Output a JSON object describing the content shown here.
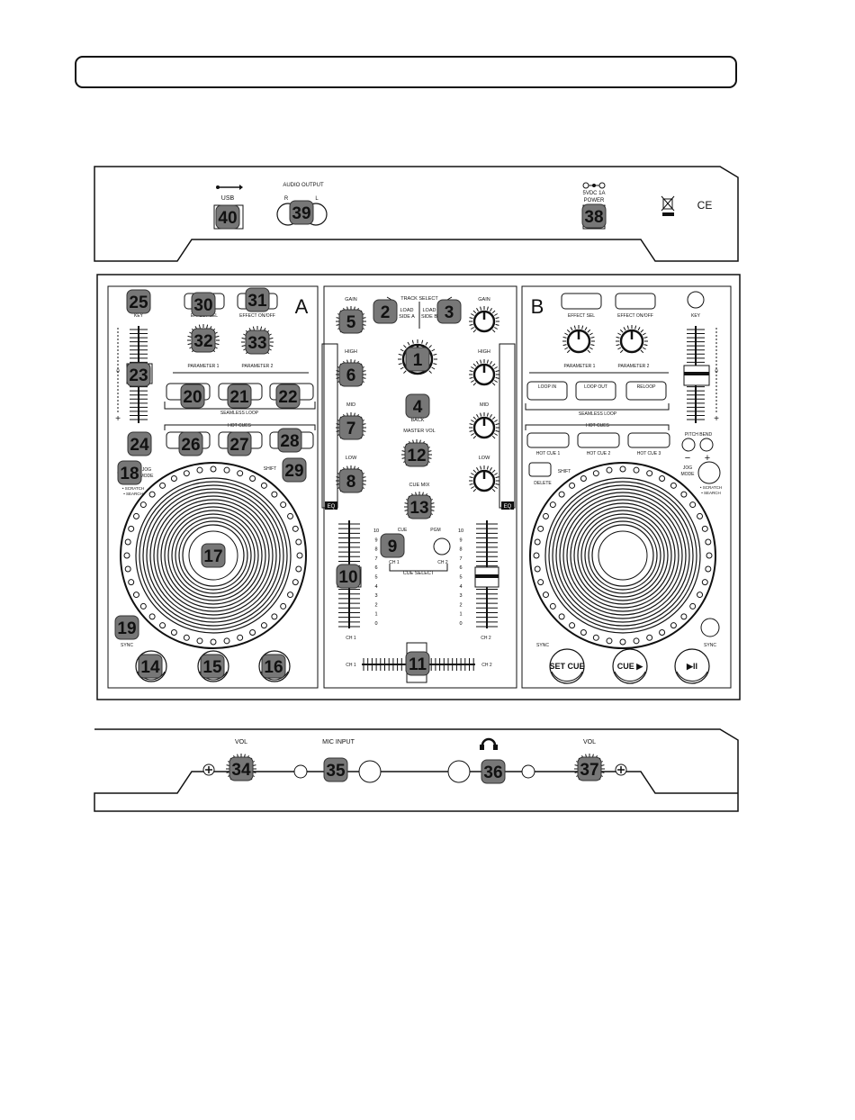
{
  "rear_panel": {
    "usb_label": "USB",
    "audio_output_label": "AUDIO OUTPUT",
    "r_label": "R",
    "l_label": "L",
    "power_rating": "5VDC 1A",
    "power_label": "POWER",
    "ce_mark": "CE"
  },
  "top_panel": {
    "deck_a": "A",
    "deck_b": "B",
    "track_select": "TRACK SELECT",
    "gain": "GAIN",
    "load_side_a": [
      "LOAD",
      "SIDE A"
    ],
    "load_side_b": [
      "LOAD",
      "SIDE B"
    ],
    "high": "HIGH",
    "mid": "MID",
    "low": "LOW",
    "back": "BACK",
    "master_vol": "MASTER VOL",
    "cue_mix": "CUE MIX",
    "cue": "CUE",
    "pgm": "PGM",
    "eq": "EQ",
    "ch1": "CH 1",
    "ch2": "CH 2",
    "cue_select": "CUE SELECT",
    "effect_sel": "EFFECT SEL",
    "effect_onoff": "EFFECT ON/OFF",
    "parameter_1": "PARAMETER 1",
    "parameter_2": "PARAMETER 2",
    "key": "KEY",
    "seamless_loop": "SEAMLESS LOOP",
    "loop_in": "LOOP IN",
    "loop_out": "LOOP OUT",
    "reloop": "RELOOP",
    "hot_cues": "HOT CUES",
    "hot_cue_1": "HOT CUE 1",
    "hot_cue_2": "HOT CUE 2",
    "hot_cue_3": "HOT CUE 3",
    "pitch_bend": "PITCH BEND",
    "minus": "−",
    "plus": "+",
    "shift": "SHIFT",
    "delete": "DELETE",
    "jog_mode": [
      "JOG",
      "MODE"
    ],
    "scratch_search": [
      "• SCRATCH",
      "• SEARCH"
    ],
    "sync": "SYNC",
    "set_cue": "SET CUE",
    "cue_play": "CUE ▶",
    "play_pause": "▶II",
    "fader_scale": [
      "10",
      "9",
      "8",
      "7",
      "6",
      "5",
      "4",
      "3",
      "2",
      "1",
      "0"
    ]
  },
  "front_panel": {
    "vol": "VOL",
    "mic_input": "MIC INPUT"
  },
  "callouts": [
    {
      "n": "1"
    },
    {
      "n": "2"
    },
    {
      "n": "3"
    },
    {
      "n": "4"
    },
    {
      "n": "5"
    },
    {
      "n": "6"
    },
    {
      "n": "7"
    },
    {
      "n": "8"
    },
    {
      "n": "9"
    },
    {
      "n": "10"
    },
    {
      "n": "11"
    },
    {
      "n": "12"
    },
    {
      "n": "13"
    },
    {
      "n": "14"
    },
    {
      "n": "15"
    },
    {
      "n": "16"
    },
    {
      "n": "17"
    },
    {
      "n": "18"
    },
    {
      "n": "19"
    },
    {
      "n": "20"
    },
    {
      "n": "21"
    },
    {
      "n": "22"
    },
    {
      "n": "23"
    },
    {
      "n": "24"
    },
    {
      "n": "25"
    },
    {
      "n": "26"
    },
    {
      "n": "27"
    },
    {
      "n": "28"
    },
    {
      "n": "29"
    },
    {
      "n": "30"
    },
    {
      "n": "31"
    },
    {
      "n": "32"
    },
    {
      "n": "33"
    },
    {
      "n": "34"
    },
    {
      "n": "35"
    },
    {
      "n": "36"
    },
    {
      "n": "37"
    },
    {
      "n": "38"
    },
    {
      "n": "39"
    },
    {
      "n": "40"
    }
  ]
}
